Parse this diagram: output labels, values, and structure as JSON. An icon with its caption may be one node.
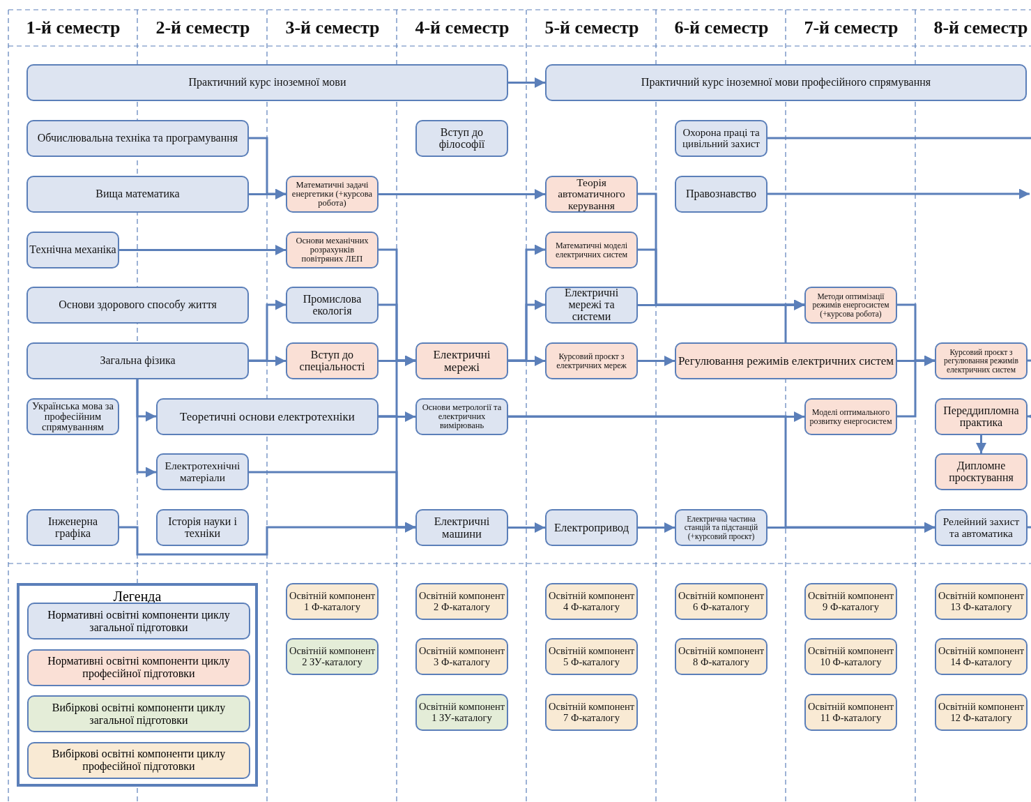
{
  "diagram": {
    "nodes": [
      {
        "text": [
          "Практичний курс іноземної мови"
        ]
      },
      {
        "text": [
          "Практичний курс іноземної мови професійного спрямування"
        ]
      },
      {
        "text": [
          "Обчислювальна техніка та програмування"
        ]
      },
      {
        "text": [
          "Вища математика"
        ]
      },
      {
        "text": [
          "Технічна механіка"
        ]
      },
      {
        "text": [
          "Основи здорового способу життя"
        ]
      },
      {
        "text": [
          "Загальна фізика"
        ]
      },
      {
        "text": [
          "Українська мова за професійним спрямуванням"
        ]
      },
      {
        "text": [
          "Теоретичні основи електротехніки"
        ]
      },
      {
        "text": [
          "Електротехнічні матеріали"
        ]
      },
      {
        "text": [
          "Інженерна графіка"
        ]
      },
      {
        "text": [
          "Історія науки і техніки"
        ]
      },
      {
        "text": [
          "Математичні задачі енергетики (+курсова робота)"
        ]
      },
      {
        "text": [
          "Основи механічних розрахунків повітряних ЛЕП"
        ]
      },
      {
        "text": [
          "Промислова екологія"
        ]
      },
      {
        "text": [
          "Вступ до спеціальності"
        ]
      },
      {
        "text": [
          "Вступ до філософії"
        ]
      },
      {
        "text": [
          "Електричні мережі"
        ]
      },
      {
        "text": [
          "Основи метрології та електричних вимірювань"
        ]
      },
      {
        "text": [
          "Електричні машини"
        ]
      },
      {
        "text": [
          "Теорія автоматичного керування"
        ]
      },
      {
        "text": [
          "Математичні моделі електричних систем"
        ]
      },
      {
        "text": [
          "Електричні мережі та системи"
        ]
      },
      {
        "text": [
          "Курсовий проєкт з електричних мереж"
        ]
      },
      {
        "text": [
          "Електропривод"
        ]
      },
      {
        "text": [
          "Охорона праці та цивільний захист"
        ]
      },
      {
        "text": [
          "Правознавство"
        ]
      },
      {
        "text": [
          "Регулювання режимів електричних систем"
        ]
      },
      {
        "text": [
          "Електрична частина станцій та підстанцій (+курсовий проєкт)"
        ]
      },
      {
        "text": [
          "Методи оптимізації режимів енергосистем (+курсова робота)"
        ]
      },
      {
        "text": [
          "Моделі оптимального розвитку енергосистем"
        ]
      },
      {
        "text": [
          "Курсовий проєкт з регулювання режимів електричних систем"
        ]
      },
      {
        "text": [
          "Переддипломна практика"
        ]
      },
      {
        "text": [
          "Дипломне проєктування"
        ]
      },
      {
        "text": [
          "Релейний захист та автоматика"
        ]
      },
      {
        "text": [
          "Освітній компонент 1 Ф-каталогу"
        ]
      },
      {
        "text": [
          "Освітній компонент 2 ЗУ-каталогу"
        ]
      },
      {
        "text": [
          "Освітній компонент 2 Ф-каталогу"
        ]
      },
      {
        "text": [
          "Освітній компонент 3 Ф-каталогу"
        ]
      },
      {
        "text": [
          "Освітній компонент 1 ЗУ-каталогу"
        ]
      },
      {
        "text": [
          "Освітній компонент 4 Ф-каталогу"
        ]
      },
      {
        "text": [
          "Освітній компонент 5 Ф-каталогу"
        ]
      },
      {
        "text": [
          "Освітній компонент 7 Ф-каталогу"
        ]
      },
      {
        "text": [
          "Освітній компонент 6 Ф-каталогу"
        ]
      },
      {
        "text": [
          "Освітній компонент 8 Ф-каталогу"
        ]
      },
      {
        "text": [
          "Освітній компонент 9 Ф-каталогу"
        ]
      },
      {
        "text": [
          "Освітній компонент 10 Ф-каталогу"
        ]
      },
      {
        "text": [
          "Освітній компонент 11 Ф-каталогу"
        ]
      },
      {
        "text": [
          "Освітній компонент 13 Ф-каталогу"
        ]
      },
      {
        "text": [
          "Освітній компонент 14 Ф-каталогу"
        ]
      },
      {
        "text": [
          "Освітній компонент 12 Ф-каталогу"
        ]
      }
    ],
    "edges": [
      {
        "from": 0,
        "to": 1,
        "arrow": "to"
      },
      {
        "from": 2,
        "to": 12,
        "arrow": "to"
      },
      {
        "from": 3,
        "to": 12,
        "arrow": "to"
      },
      {
        "from": 4,
        "to": 13,
        "arrow": "to"
      },
      {
        "from": 6,
        "to": 14,
        "arrow": "to"
      },
      {
        "from": 6,
        "to": 15,
        "arrow": "to"
      },
      {
        "from": 6,
        "to": 8,
        "arrow": "to"
      },
      {
        "from": 6,
        "to": 9,
        "arrow": "to"
      },
      {
        "from": 10,
        "to": 19,
        "arrow": "to"
      },
      {
        "from": 13,
        "to": 17,
        "arrow": "to"
      },
      {
        "from": 14,
        "to": 17,
        "arrow": "to"
      },
      {
        "from": 15,
        "to": 17,
        "arrow": "to"
      },
      {
        "from": 8,
        "to": 17,
        "arrow": "to"
      },
      {
        "from": 8,
        "to": 18,
        "arrow": "to"
      },
      {
        "from": 8,
        "to": 19,
        "arrow": "to"
      },
      {
        "from": 9,
        "to": 19,
        "arrow": "to"
      },
      {
        "from": 12,
        "to": 20,
        "arrow": "to"
      },
      {
        "from": 17,
        "to": 21,
        "arrow": "to"
      },
      {
        "from": 17,
        "to": 22,
        "arrow": "to"
      },
      {
        "from": 17,
        "to": 23,
        "arrow": "to"
      },
      {
        "from": 19,
        "to": 24,
        "arrow": "to"
      },
      {
        "from": 20,
        "to": 29,
        "arrow": "to"
      },
      {
        "from": 21,
        "to": 29,
        "arrow": "to"
      },
      {
        "from": 22,
        "to": 29,
        "arrow": "to"
      },
      {
        "from": 23,
        "to": 27,
        "arrow": "to"
      },
      {
        "from": 18,
        "to": 30,
        "arrow": "to"
      },
      {
        "from": 24,
        "to": 28,
        "arrow": "to"
      },
      {
        "from": 27,
        "to": 29,
        "arrow": "to"
      },
      {
        "from": 28,
        "to": 34,
        "arrow": "to"
      },
      {
        "from": 18,
        "to": 34,
        "arrow": "to"
      },
      {
        "from": 29,
        "to": 31,
        "arrow": "to"
      },
      {
        "from": 30,
        "to": 31,
        "arrow": "to"
      },
      {
        "from": 27,
        "to": 31,
        "arrow": "to"
      },
      {
        "from": 32,
        "to": 33,
        "arrow": "to"
      },
      {
        "from": 25,
        "to": null,
        "arrow": "none"
      },
      {
        "from": 26,
        "to": null,
        "arrow": "to"
      },
      {
        "from": 31,
        "to": null,
        "arrow": "none"
      },
      {
        "from": null,
        "to": 32,
        "arrow": "to"
      },
      {
        "from": 34,
        "to": null,
        "arrow": "none"
      }
    ],
    "labels": [
      "1-й семестр",
      "2-й семестр",
      "3-й семестр",
      "4-й семестр",
      "5-й семестр",
      "6-й семестр",
      "7-й семестр",
      "8-й семестр",
      "Легенда"
    ],
    "legend": [
      {
        "text": "Нормативні освітні компоненти циклу загальної підготовки",
        "color": "#dde4f1"
      },
      {
        "text": "Нормативні освітні компоненти циклу професійної підготовки",
        "color": "#fae0d6"
      },
      {
        "text": "Вибіркові освітні компоненти циклу загальної підготовки",
        "color": "#e4edd8"
      },
      {
        "text": "Вибіркові освітні компоненти циклу професійної підготовки",
        "color": "#f9ead4"
      }
    ]
  }
}
